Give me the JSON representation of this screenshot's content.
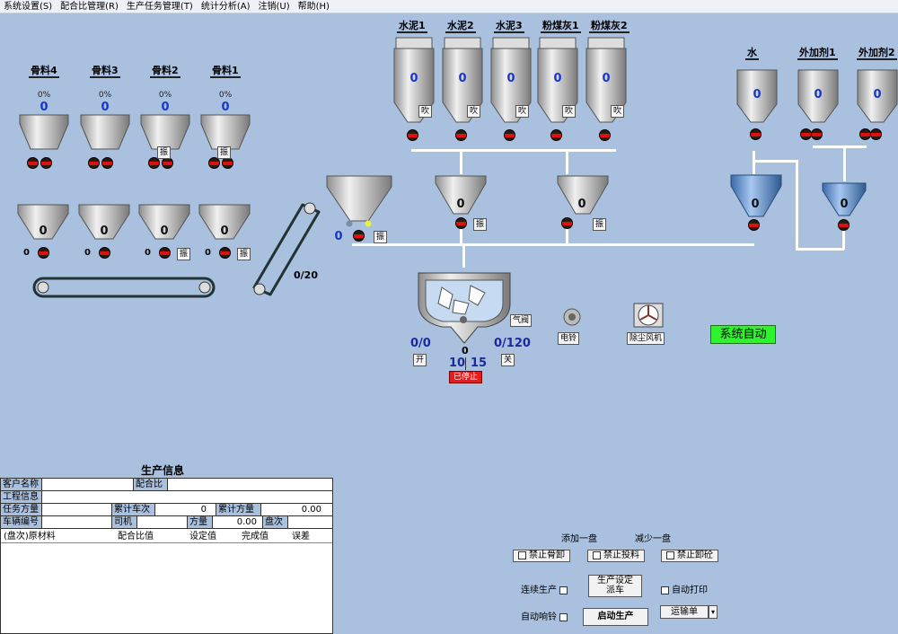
{
  "menu": [
    "系统设置(S)",
    "配合比管理(R)",
    "生产任务管理(T)",
    "统计分析(A)",
    "注销(U)",
    "帮助(H)"
  ],
  "aggregates": [
    {
      "name": "骨料4",
      "pct": "0%",
      "value": "0",
      "weigh": "0",
      "vib": ""
    },
    {
      "name": "骨料3",
      "pct": "0%",
      "value": "0",
      "weigh": "0",
      "vib": ""
    },
    {
      "name": "骨料2",
      "pct": "0%",
      "value": "0",
      "weigh": "0",
      "vib": "振"
    },
    {
      "name": "骨料1",
      "pct": "0%",
      "value": "0",
      "weigh": "0",
      "vib": "振"
    }
  ],
  "silos": [
    {
      "name": "水泥1",
      "value": "0",
      "blow": "吹"
    },
    {
      "name": "水泥2",
      "value": "0",
      "blow": "吹"
    },
    {
      "name": "水泥3",
      "value": "0",
      "blow": "吹"
    },
    {
      "name": "粉煤灰1",
      "value": "0",
      "blow": "吹"
    },
    {
      "name": "粉煤灰2",
      "value": "0",
      "blow": "吹"
    }
  ],
  "liquids": [
    {
      "name": "水",
      "value": "0"
    },
    {
      "name": "外加剂1",
      "value": "0"
    },
    {
      "name": "外加剂2",
      "value": "0"
    }
  ],
  "belt_count": "0/20",
  "agg_hopper": {
    "value": "0",
    "vib": "振"
  },
  "cement_scale1": {
    "value": "0",
    "vib": "振"
  },
  "cement_scale2": {
    "value": "0",
    "vib": "振"
  },
  "water_scale": {
    "value": "0"
  },
  "add_scale": {
    "value": "0"
  },
  "mixer": {
    "left_count": "0/0",
    "right_count": "0/120",
    "center": "0",
    "time_a": "10",
    "time_b": "15",
    "open": "开",
    "close": "关",
    "valve": "气阀",
    "stopped": "已停止"
  },
  "bell": "电铃",
  "dust_fan": "除尘风机",
  "system_auto": "系统自动",
  "prod_info": {
    "title": "生产信息",
    "customer": "客户名称",
    "mix_ratio": "配合比",
    "project": "工程信息",
    "task_volume": "任务方量",
    "trips": "累计车次",
    "trips_val": "0",
    "cum_volume": "累计方量",
    "cum_volume_val": "0.00",
    "truck_no": "车辆编号",
    "driver": "司机",
    "volume": "方量",
    "volume_val": "0.00",
    "batch": "盘次",
    "cols": [
      "(盘次)原材料",
      "配合比值",
      "设定值",
      "完成值",
      "误差"
    ]
  },
  "controls": {
    "add_batch": "添加一盘",
    "reduce_batch": "减少一盘",
    "forbid_agg": "禁止骨卸",
    "forbid_feed": "禁止投料",
    "forbid_unload": "禁止卸砼",
    "continuous": "连续生产",
    "dispatch": "生产设定\n派车",
    "auto_print": "自动打印",
    "auto_bell": "自动响铃",
    "start": "启动生产",
    "waybill": "运输单"
  },
  "colors": {
    "background": "#a9c0de",
    "silo": "#b8b8b8",
    "liquid": "#5a8cc8",
    "auto": "#2ef42e",
    "stop": "#e81a1a",
    "value_blue": "#1a36c8"
  }
}
